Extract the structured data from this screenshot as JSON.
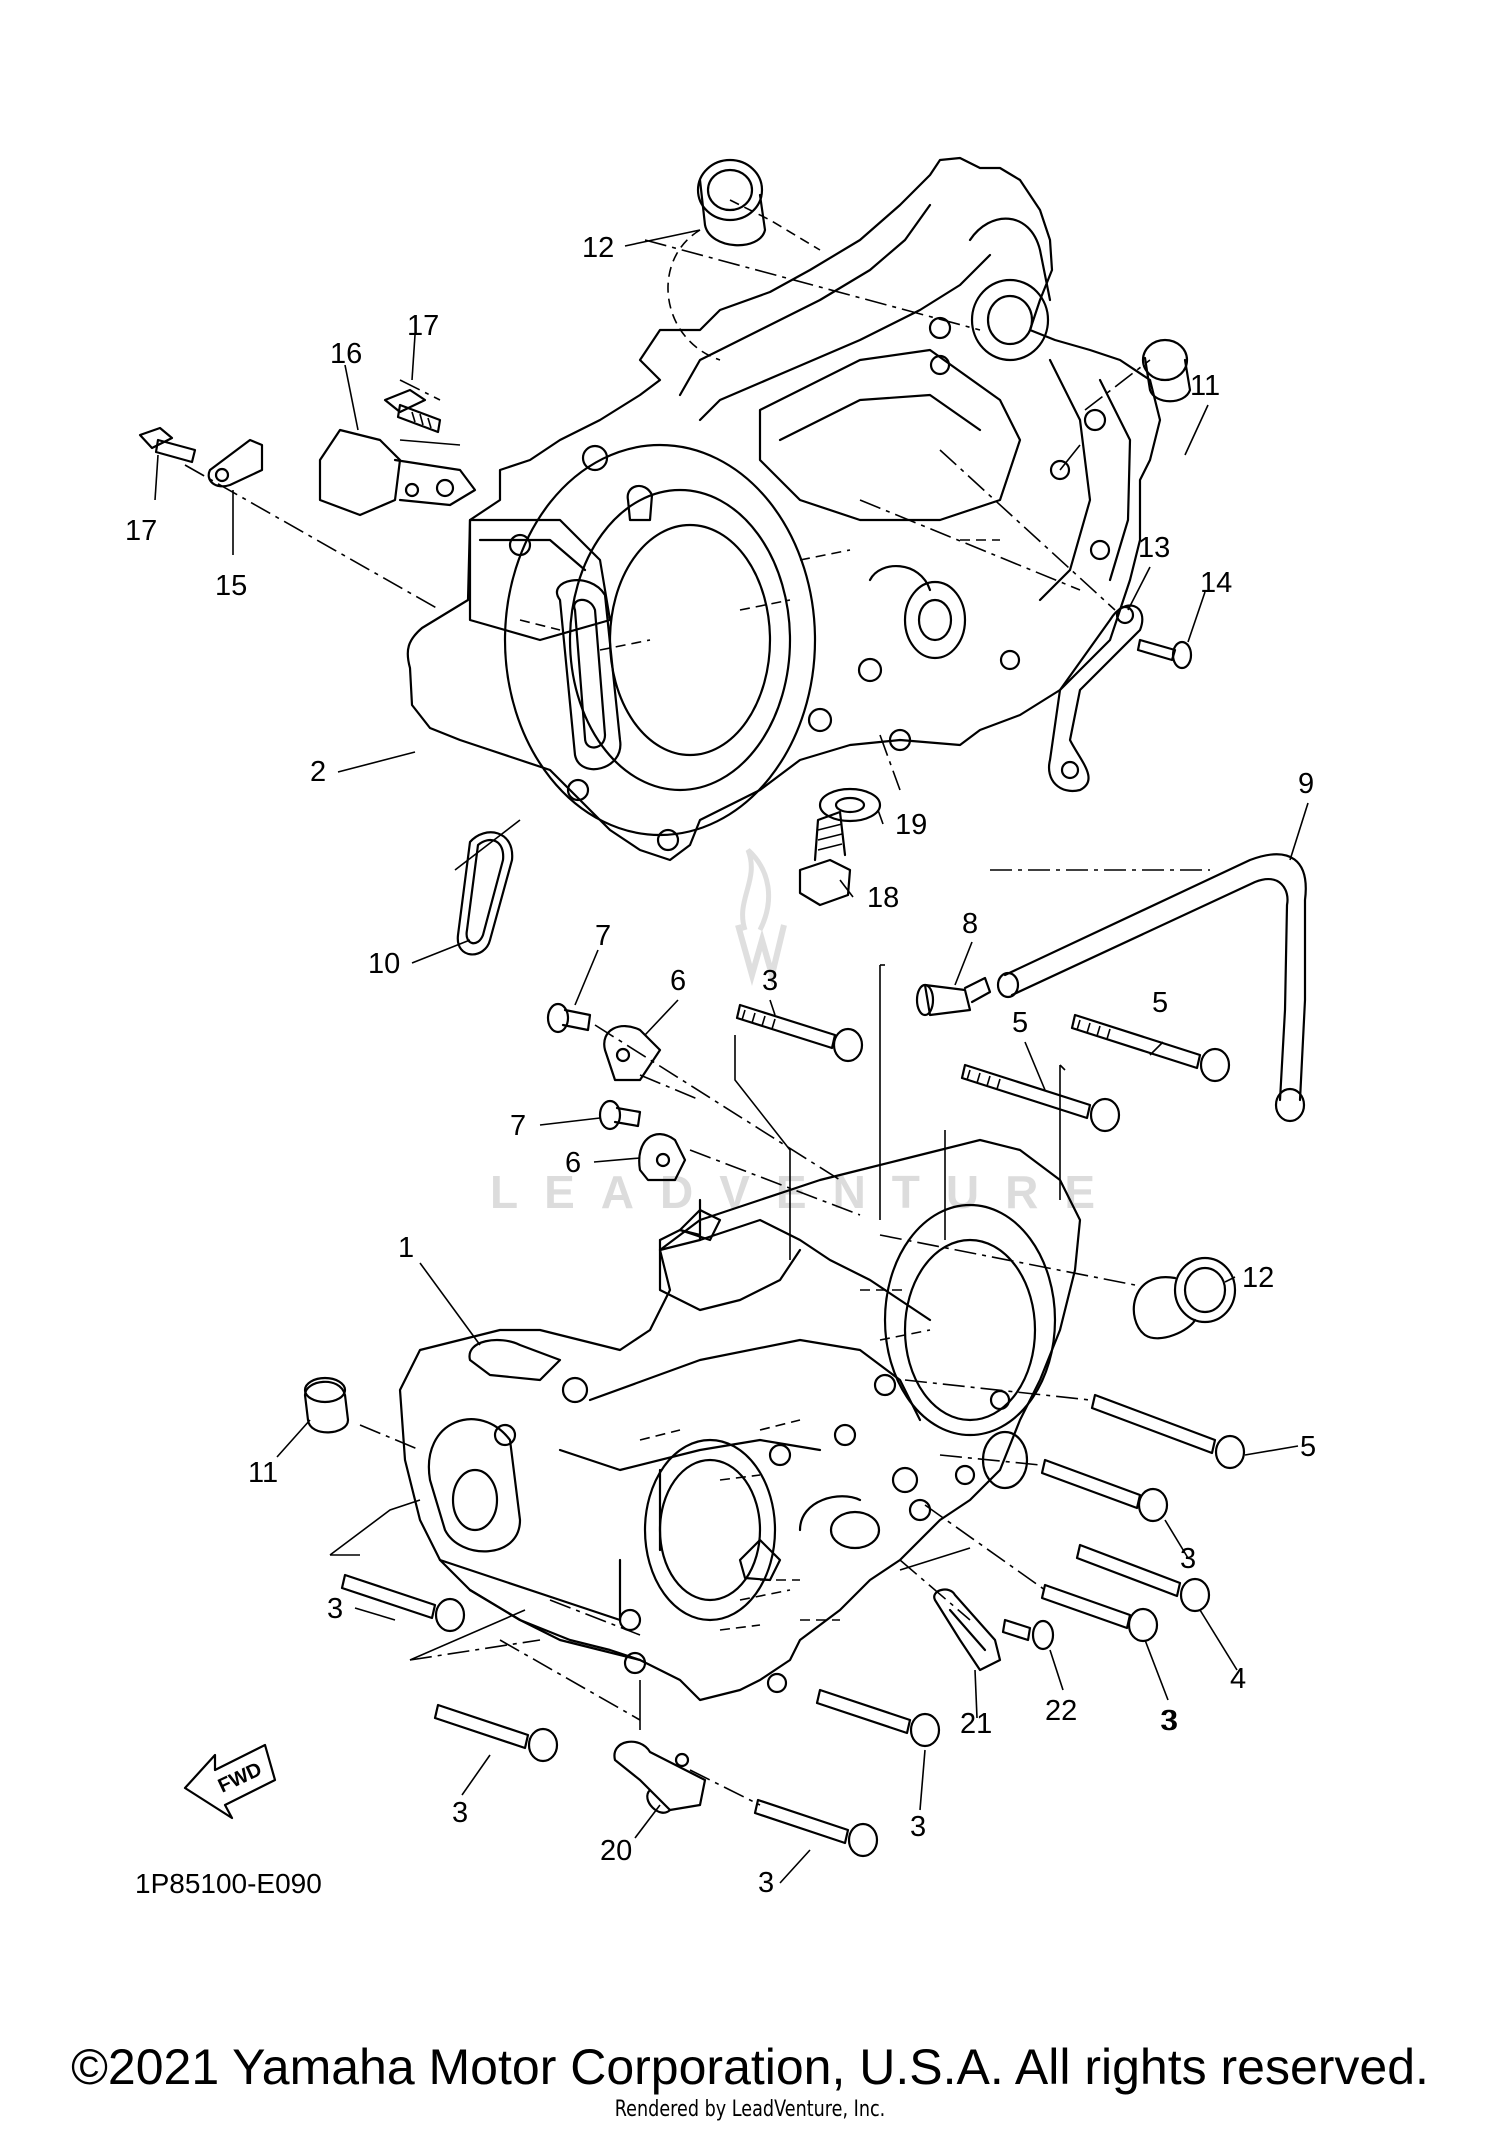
{
  "diagram": {
    "code": "1P85100-E090",
    "fwd_label": "FWD",
    "watermark": "LEADVENTURE",
    "callouts": [
      {
        "id": "c12a",
        "label": "12"
      },
      {
        "id": "c17a",
        "label": "17"
      },
      {
        "id": "c16",
        "label": "16"
      },
      {
        "id": "c17b",
        "label": "17"
      },
      {
        "id": "c15",
        "label": "15"
      },
      {
        "id": "c11a",
        "label": "11"
      },
      {
        "id": "c13",
        "label": "13"
      },
      {
        "id": "c14",
        "label": "14"
      },
      {
        "id": "c2",
        "label": "2"
      },
      {
        "id": "c19",
        "label": "19"
      },
      {
        "id": "c9",
        "label": "9"
      },
      {
        "id": "c18",
        "label": "18"
      },
      {
        "id": "c10",
        "label": "10"
      },
      {
        "id": "c7a",
        "label": "7"
      },
      {
        "id": "c8",
        "label": "8"
      },
      {
        "id": "c6a",
        "label": "6"
      },
      {
        "id": "c3a",
        "label": "3"
      },
      {
        "id": "c5a",
        "label": "5"
      },
      {
        "id": "c5b",
        "label": "5"
      },
      {
        "id": "c7b",
        "label": "7"
      },
      {
        "id": "c6b",
        "label": "6"
      },
      {
        "id": "c1",
        "label": "1"
      },
      {
        "id": "c12b",
        "label": "12"
      },
      {
        "id": "c11b",
        "label": "11"
      },
      {
        "id": "c5c",
        "label": "5"
      },
      {
        "id": "c3b",
        "label": "3"
      },
      {
        "id": "c3c",
        "label": "3"
      },
      {
        "id": "c4",
        "label": "4"
      },
      {
        "id": "c3d",
        "label": "3"
      },
      {
        "id": "c21",
        "label": "21"
      },
      {
        "id": "c22",
        "label": "22"
      },
      {
        "id": "c3e",
        "label": "3"
      },
      {
        "id": "c3f",
        "label": "3"
      },
      {
        "id": "c3g",
        "label": "3"
      },
      {
        "id": "c20",
        "label": "20"
      },
      {
        "id": "c3h",
        "label": "3"
      }
    ]
  },
  "footer": {
    "copyright": "©2021 Yamaha Motor Corporation, U.S.A. All rights reserved.",
    "rendered_by": "Rendered by LeadVenture, Inc."
  }
}
